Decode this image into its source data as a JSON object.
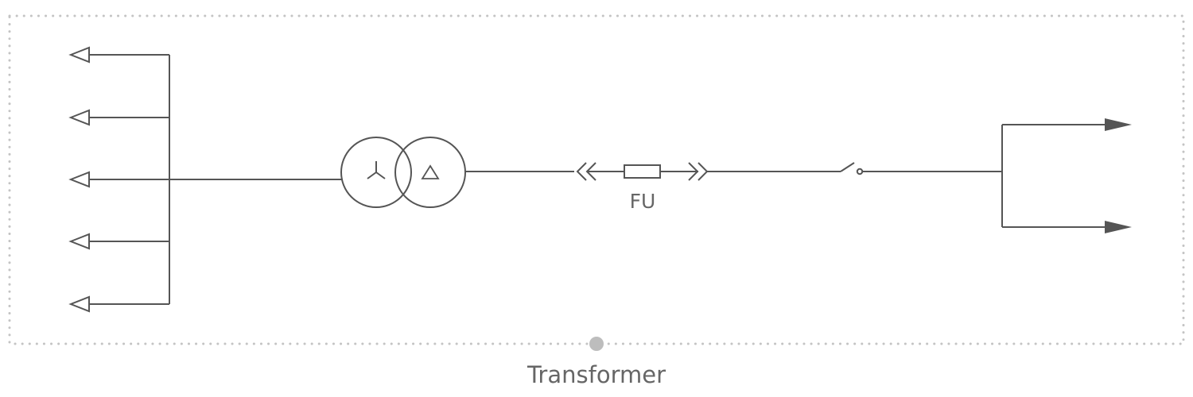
{
  "diagram": {
    "caption": "Transformer",
    "fuse_label": "FU",
    "colors": {
      "line": "#555555",
      "frame_dots": "#c4c4c4",
      "handle": "#bdbdbd",
      "text": "#666666"
    },
    "components": {
      "transformer_primary_winding": "star",
      "transformer_secondary_winding": "delta",
      "fuse": "withdrawable-fuse",
      "switch": "disconnector"
    },
    "left_outgoing_feeders": 5,
    "right_incoming_feeders": 2
  }
}
